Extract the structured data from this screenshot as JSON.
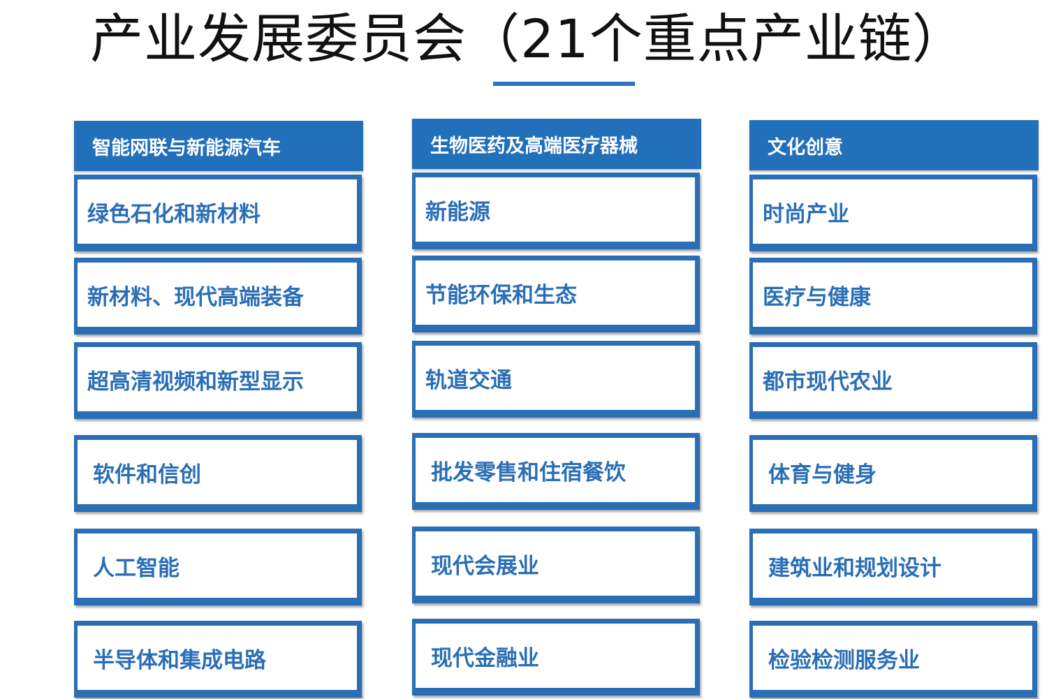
{
  "title": "产业发展委员会（21个重点产业链）",
  "colors": {
    "accent": "#226FBA",
    "box_border": "#2A6EB6"
  },
  "columns": [
    {
      "header": "智能网联与新能源汽车",
      "items": [
        "绿色石化和新材料",
        "新材料、现代高端装备",
        "超高清视频和新型显示",
        "软件和信创",
        "人工智能",
        "半导体和集成电路"
      ]
    },
    {
      "header": "生物医药及高端医疗器械",
      "items": [
        "新能源",
        "节能环保和生态",
        "轨道交通",
        "批发零售和住宿餐饮",
        "现代会展业",
        "现代金融业"
      ]
    },
    {
      "header": "文化创意",
      "items": [
        "时尚产业",
        "医疗与健康",
        "都市现代农业",
        "体育与健身",
        "建筑业和规划设计",
        "检验检测服务业"
      ]
    }
  ]
}
